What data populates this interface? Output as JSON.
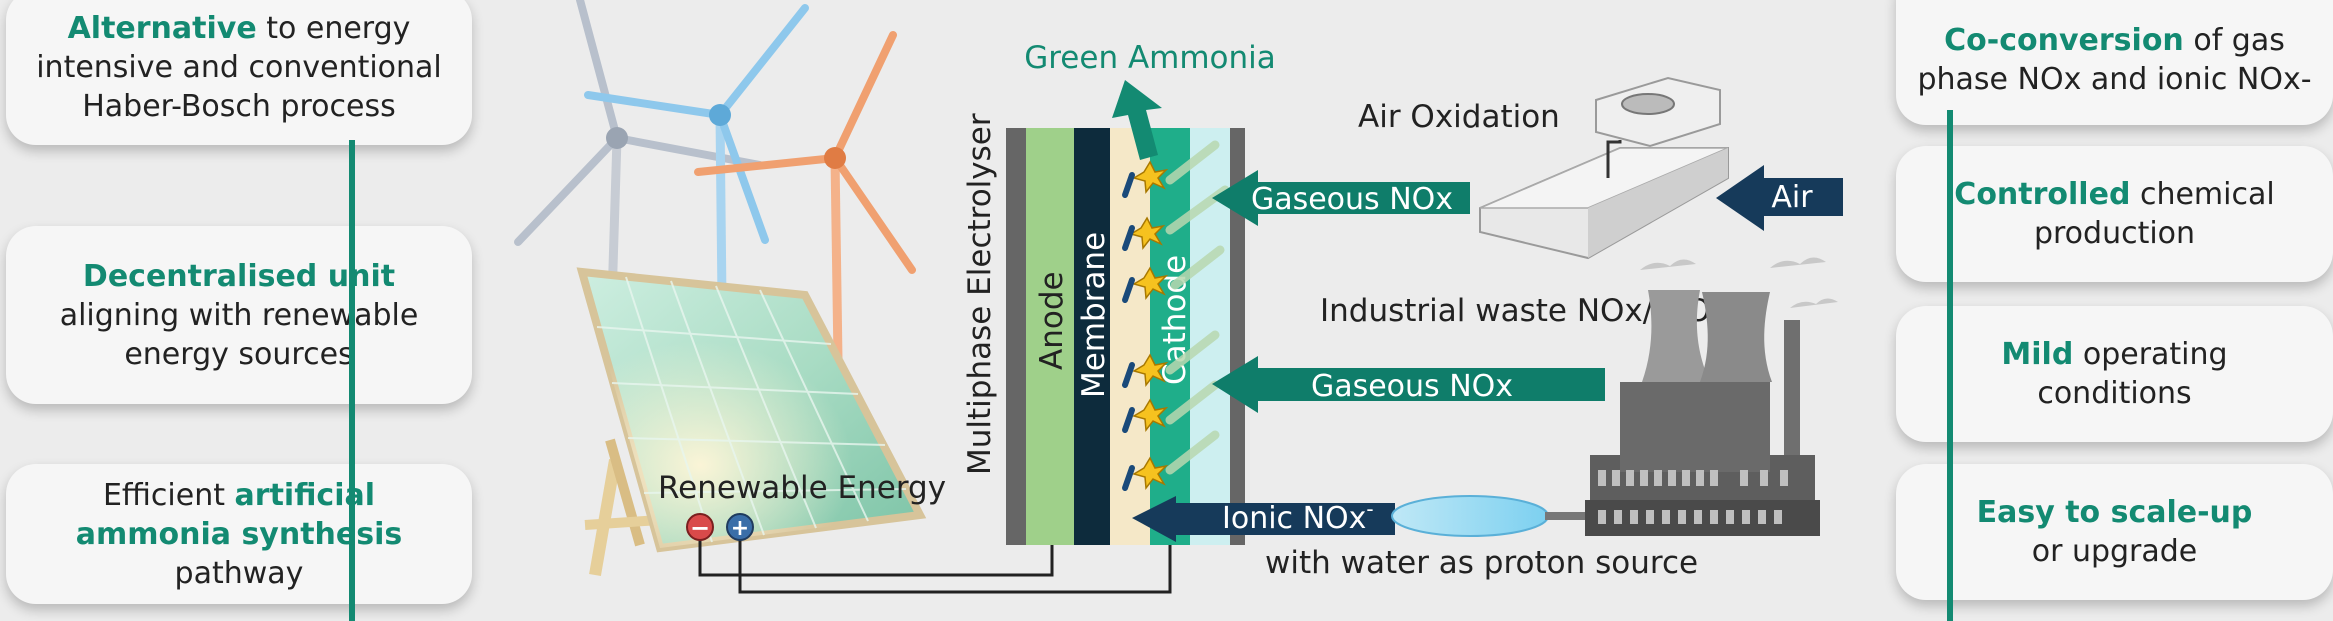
{
  "left_cards": [
    {
      "highlight": "Alternative",
      "rest": " to energy intensive and conventional Haber-Bosch process"
    },
    {
      "highlight": "Decentralised unit",
      "rest": " aligning with renewable energy sources"
    },
    {
      "pre": "Efficient ",
      "highlight": "artificial ammonia synthesis",
      "rest": " pathway"
    }
  ],
  "right_cards": [
    {
      "highlight": "Co-conversion",
      "rest": " of gas phase NOx and ionic NOx-"
    },
    {
      "highlight": "Controlled",
      "rest": " chemical production"
    },
    {
      "highlight": "Mild",
      "rest": " operating conditions"
    },
    {
      "highlight": "Easy to scale-up",
      "rest": " or upgrade"
    }
  ],
  "diagram": {
    "green_ammonia": "Green Ammonia",
    "electrolyser": "Multiphase Electrolyser",
    "anode": "Anode",
    "membrane": "Membrane",
    "cathode": "Cathode",
    "air_oxidation": "Air Oxidation",
    "air": "Air",
    "gaseous_nox_top": "Gaseous NOx",
    "industrial_waste": "Industrial waste NOx/ NOx",
    "industrial_waste_sup": "-",
    "gaseous_nox_mid": "Gaseous NOx",
    "ionic_nox": "Ionic NOx",
    "ionic_nox_sup": "-",
    "water_source": "with water as proton source",
    "renewable_energy": "Renewable Energy",
    "minus": "−",
    "plus": "+"
  },
  "colors": {
    "teal": "#138a72",
    "teal_arrow": "#0f7d6a",
    "navy": "#163a5a",
    "anode": "#9fd08a",
    "membrane": "#0d2b3c",
    "cathode": "#1fae8a",
    "chamber": "#f5e8c8",
    "solar": "#a9dcc4",
    "turbine_blue": "#8ec8ec",
    "turbine_orange": "#f0a070",
    "turbine_grey": "#b8c0cc"
  }
}
